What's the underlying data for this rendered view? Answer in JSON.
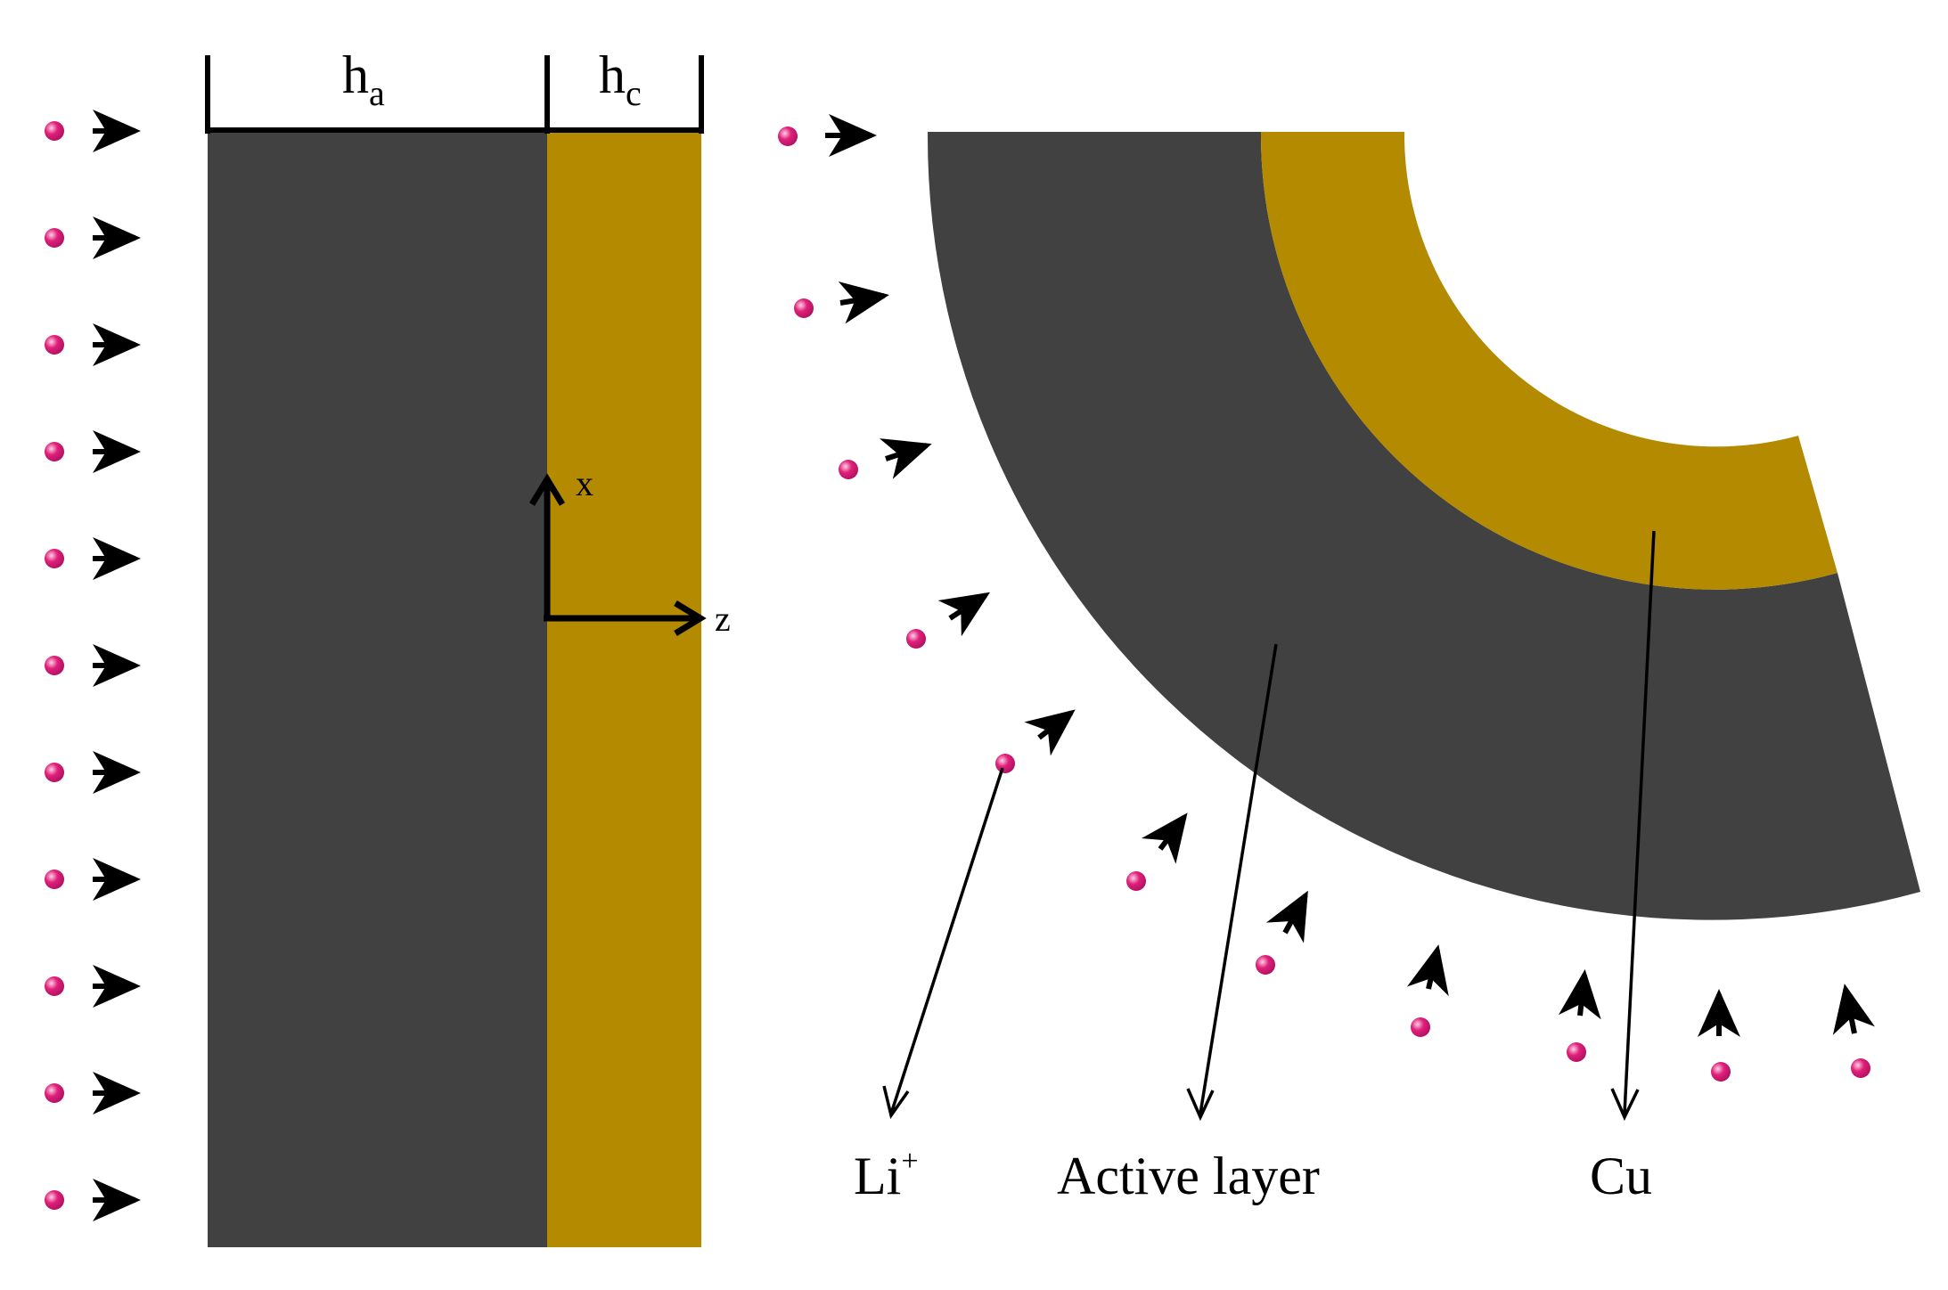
{
  "labels": {
    "h_a": {
      "base": "h",
      "sub": "a"
    },
    "h_c": {
      "base": "h",
      "sub": "c"
    },
    "axis_x": "x",
    "axis_z": "z",
    "li_ion": {
      "base": "Li",
      "sup": "+"
    },
    "active_layer": "Active layer",
    "cu": "Cu"
  },
  "colors": {
    "active_layer": "#414141",
    "cu": "#b38a00",
    "li_ion": "#e0207a",
    "arrow": "#000000",
    "background": "#ffffff"
  }
}
